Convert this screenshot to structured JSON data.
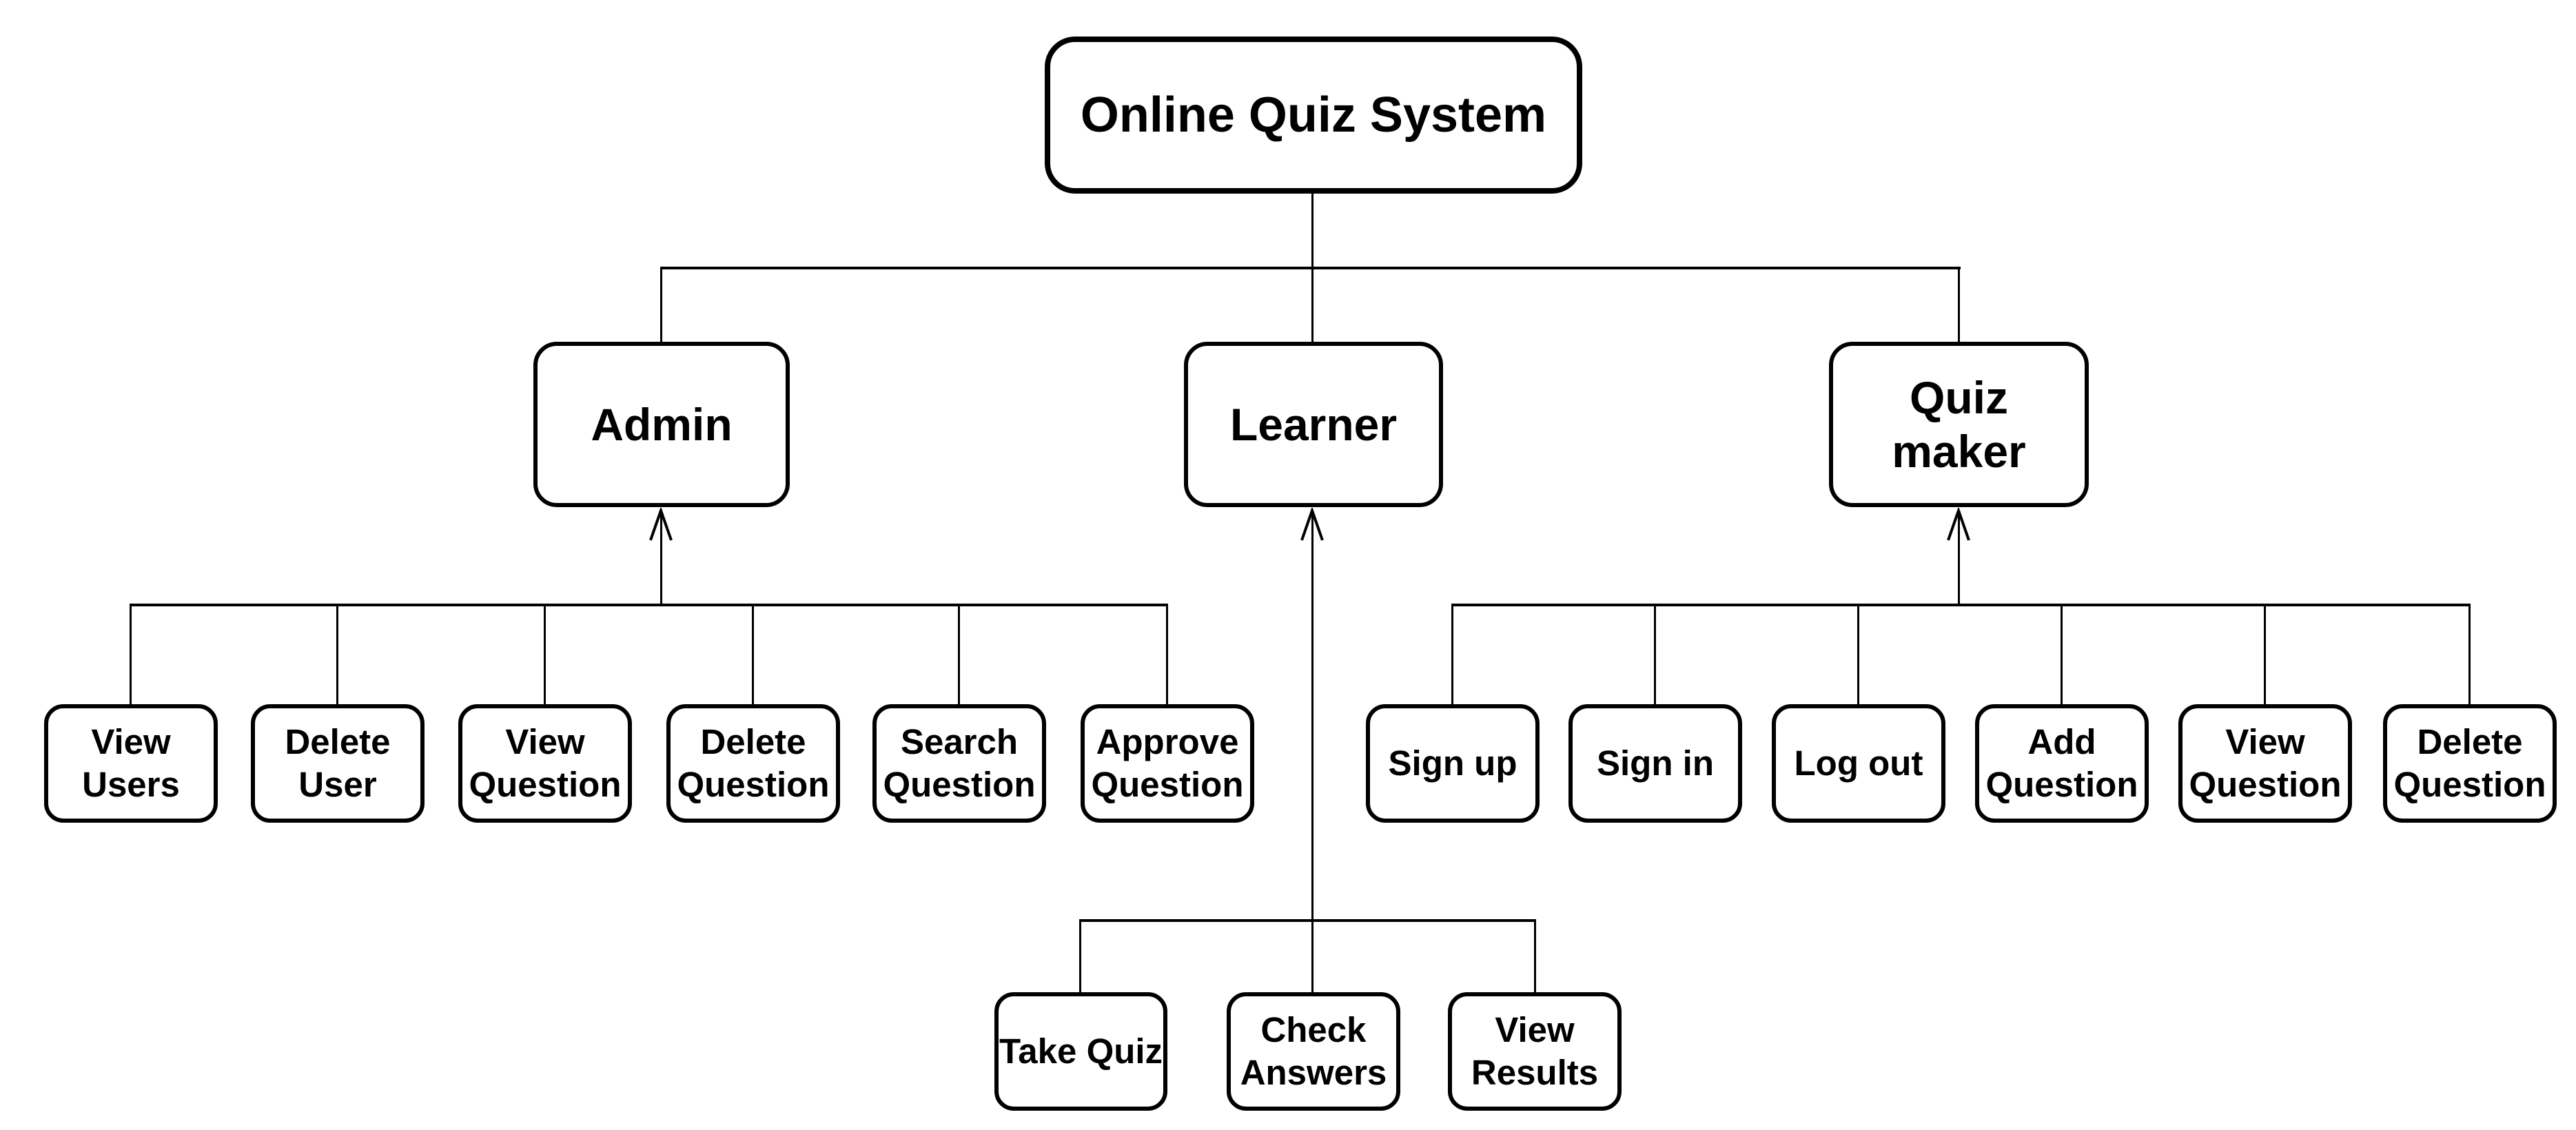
{
  "diagram": {
    "title": "Online Quiz System",
    "root": {
      "label": "Online Quiz System"
    },
    "actors": [
      {
        "label": "Admin"
      },
      {
        "label": "Learner"
      },
      {
        "label": "Quiz maker"
      }
    ],
    "admin_functions": [
      "View Users",
      "Delete User",
      "View Question",
      "Delete Question",
      "Search Question",
      "Approve Question"
    ],
    "learner_functions": [
      "Take Quiz",
      "Check Answers",
      "View Results"
    ],
    "quiz_maker_functions": [
      "Sign up",
      "Sign in",
      "Log out",
      "Add Question",
      "View Question",
      "Delete Question"
    ],
    "colors": {
      "stroke": "#000000",
      "fill": "#ffffff",
      "text": "#000000"
    }
  }
}
